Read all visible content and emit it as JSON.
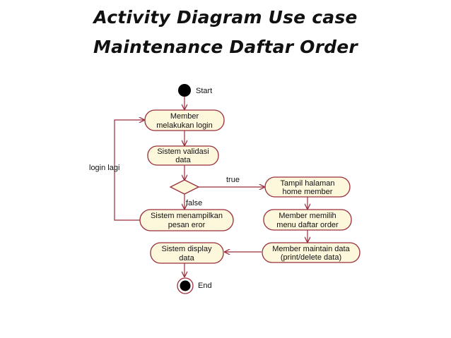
{
  "title_line1": "Activity Diagram Use case",
  "title_line2": "Maintenance Daftar Order",
  "diagram": {
    "start_label": "Start",
    "end_label": "End",
    "nodes": {
      "member_login": [
        "Member",
        "melakukan login"
      ],
      "sistem_validasi": [
        "Sistem validasi",
        "data"
      ],
      "sistem_pesan_eror": [
        "Sistem menampilkan",
        "pesan eror"
      ],
      "sistem_display": [
        "Sistem display",
        "data"
      ],
      "tampil_home": [
        "Tampil halaman",
        "home member"
      ],
      "member_memilih": [
        "Member memilih",
        "menu daftar order"
      ],
      "member_maintain": [
        "Member maintain data",
        "(print/delete data)"
      ]
    },
    "edge_labels": {
      "login_lagi": "login lagi",
      "true": "true",
      "false": "false"
    },
    "colors": {
      "node_fill": "#fdf7dc",
      "stroke": "#9b2d3c"
    }
  }
}
